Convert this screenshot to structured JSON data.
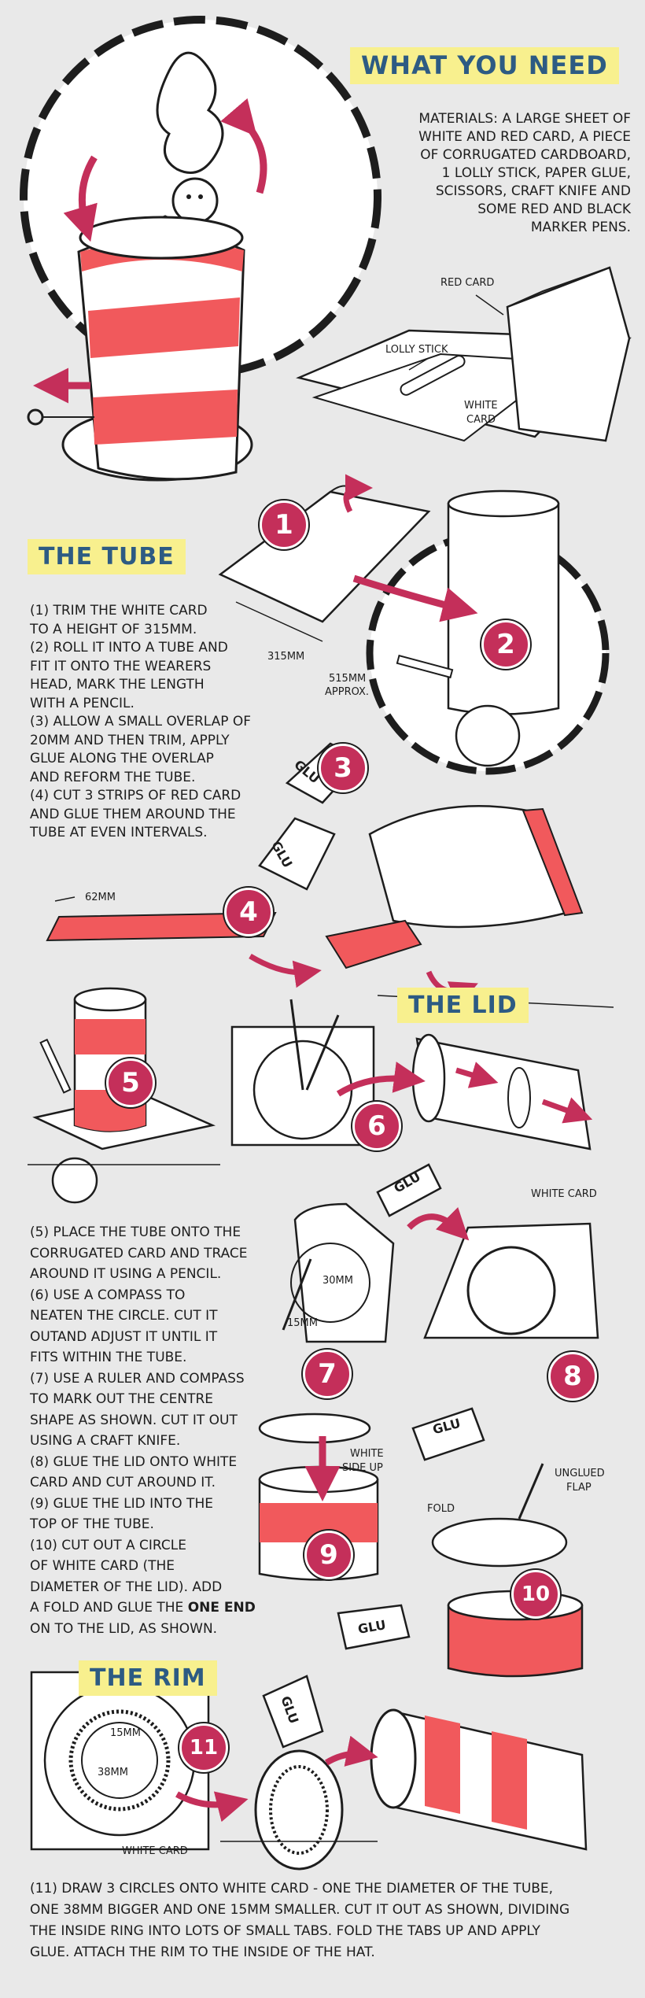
{
  "colors": {
    "background": "#e9e9e9",
    "red": "#f1595c",
    "magenta": "#c42f5a",
    "yellow": "#f8f08e",
    "title_blue": "#2d5b83",
    "ink": "#1d1d1d"
  },
  "sections": {
    "what_you_need": "WHAT YOU NEED",
    "the_tube": "THE TUBE",
    "the_lid": "THE LID",
    "the_rim": "THE RIM"
  },
  "materials_lines": [
    "MATERIALS: A LARGE SHEET OF",
    "WHITE AND RED CARD, A PIECE",
    "OF CORRUGATED CARDBOARD,",
    "1 LOLLY STICK, PAPER GLUE,",
    "SCISSORS, CRAFT KNIFE AND",
    "SOME RED AND BLACK",
    "MARKER PENS."
  ],
  "tube_lines": [
    "(1) TRIM THE WHITE CARD",
    "TO A HEIGHT OF 315MM.",
    "(2) ROLL IT INTO A TUBE AND",
    "FIT IT ONTO THE WEARERS",
    "HEAD, MARK THE LENGTH",
    "WITH A PENCIL.",
    "(3) ALLOW A SMALL OVERLAP OF",
    "20MM AND THEN TRIM, APPLY",
    "GLUE ALONG THE OVERLAP",
    "AND REFORM THE TUBE.",
    "(4) CUT 3 STRIPS OF RED CARD",
    "AND GLUE THEM AROUND THE",
    "TUBE AT EVEN INTERVALS."
  ],
  "lid_lines": [
    "(5) PLACE THE TUBE ONTO THE",
    "CORRUGATED CARD AND TRACE",
    "AROUND IT USING A PENCIL.",
    "(6) USE A COMPASS TO",
    "NEATEN THE CIRCLE. CUT IT",
    "OUTAND ADJUST IT UNTIL IT",
    "FITS WITHIN THE TUBE.",
    "(7) USE A RULER AND COMPASS",
    "TO MARK OUT THE CENTRE",
    "SHAPE AS SHOWN. CUT IT OUT",
    "USING A CRAFT KNIFE.",
    "(8) GLUE THE LID ONTO WHITE",
    "CARD AND CUT AROUND IT.",
    "(9) GLUE THE LID INTO THE",
    "TOP OF THE TUBE.",
    "(10) CUT OUT A CIRCLE",
    "OF WHITE CARD (THE",
    "DIAMETER OF THE LID). ADD"
  ],
  "lid_last": {
    "pre": "A FOLD AND GLUE THE ",
    "bold": "ONE END",
    "post": ""
  },
  "lid_last2": "ON TO THE LID, AS SHOWN.",
  "rim_lines": [
    "(11) DRAW 3 CIRCLES ONTO WHITE CARD - ONE THE DIAMETER OF THE TUBE,",
    "ONE 38MM BIGGER AND ONE 15MM SMALLER. CUT IT OUT AS SHOWN, DIVIDING",
    "THE INSIDE RING INTO LOTS OF SMALL TABS. FOLD THE TABS UP AND APPLY",
    "GLUE. ATTACH THE RIM TO THE INSIDE OF THE HAT."
  ],
  "labels": {
    "red_card": "RED CARD",
    "lolly_stick": "LOLLY STICK",
    "white_card_1": "WHITE",
    "white_card_2": "CARD",
    "dim_315": "315MM",
    "dim_515_1": "515MM",
    "dim_515_2": "APPROX.",
    "dim_62": "62MM",
    "white_card_lid": "WHITE CARD",
    "dim_30": "30MM",
    "dim_15": "15MM",
    "white_side_1": "WHITE",
    "white_side_2": "SIDE UP",
    "unglued_1": "UNGLUED",
    "unglued_2": "FLAP",
    "fold": "FOLD",
    "rim_15": "15MM",
    "rim_38": "38MM",
    "white_card_rim": "WHITE CARD",
    "glue": "GLU"
  },
  "steps": [
    "1",
    "2",
    "3",
    "4",
    "5",
    "6",
    "7",
    "8",
    "9",
    "10",
    "11"
  ]
}
